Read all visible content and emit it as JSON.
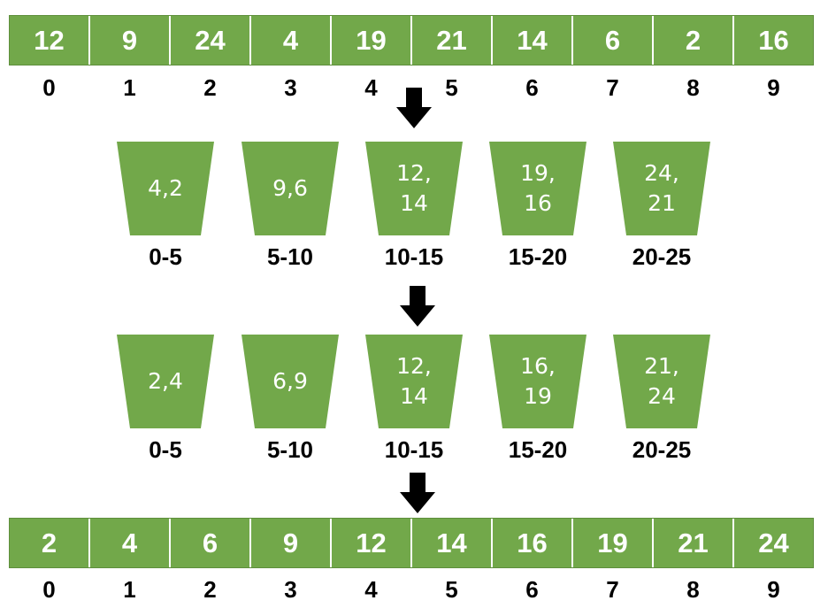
{
  "input_array": {
    "values": [
      "12",
      "9",
      "24",
      "4",
      "19",
      "21",
      "14",
      "6",
      "2",
      "16"
    ],
    "indices": [
      "0",
      "1",
      "2",
      "3",
      "4",
      "5",
      "6",
      "7",
      "8",
      "9"
    ]
  },
  "scatter_buckets": [
    {
      "range": "0-5",
      "lines": [
        "4,2"
      ]
    },
    {
      "range": "5-10",
      "lines": [
        "9,6"
      ]
    },
    {
      "range": "10-15",
      "lines": [
        "12,",
        "14"
      ]
    },
    {
      "range": "15-20",
      "lines": [
        "19,",
        "16"
      ]
    },
    {
      "range": "20-25",
      "lines": [
        "24,",
        "21"
      ]
    }
  ],
  "sorted_buckets": [
    {
      "range": "0-5",
      "lines": [
        "2,4"
      ]
    },
    {
      "range": "5-10",
      "lines": [
        "6,9"
      ]
    },
    {
      "range": "10-15",
      "lines": [
        "12,",
        "14"
      ]
    },
    {
      "range": "15-20",
      "lines": [
        "16,",
        "19"
      ]
    },
    {
      "range": "20-25",
      "lines": [
        "21,",
        "24"
      ]
    }
  ],
  "output_array": {
    "values": [
      "2",
      "4",
      "6",
      "9",
      "12",
      "14",
      "16",
      "19",
      "21",
      "24"
    ],
    "indices": [
      "0",
      "1",
      "2",
      "3",
      "4",
      "5",
      "6",
      "7",
      "8",
      "9"
    ]
  },
  "colors": {
    "cell_fill": "#72a84a",
    "bucket_fill": "#72a84a",
    "arrow": "#000000"
  },
  "icons": {
    "step_arrow": "arrow-down-icon"
  }
}
